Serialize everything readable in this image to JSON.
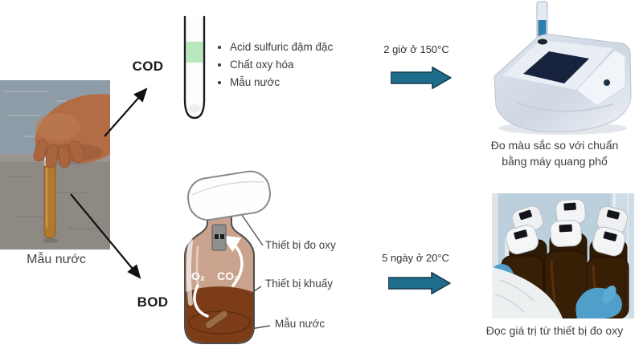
{
  "sample": {
    "caption": "Mẫu nước"
  },
  "cod": {
    "label": "COD",
    "reagents": [
      "Acid sulfuric đậm đặc",
      "Chất oxy hóa",
      "Mẫu nước"
    ],
    "process_label": "2 giờ ở 150°C",
    "result_caption": "Đo màu sắc so với chuẩn\nbằng máy quang phổ"
  },
  "bod": {
    "label": "BOD",
    "gas_o2": "O₂",
    "gas_co2": "CO₂",
    "part_labels": [
      "Thiết bị đo oxy",
      "Thiết bị khuấy",
      "Mẫu nước"
    ],
    "process_label": "5 ngày ở 20°C",
    "result_caption": "Đọc giá trị từ thiết bị đo oxy"
  },
  "colors": {
    "process_arrow_fill": "#1e6d8c",
    "process_arrow_stroke": "#16394e",
    "flow_arrow": "#111111",
    "reagent_band_green": "#b9e7bd",
    "bottle_liquid_top": "#c9a38e",
    "bottle_liquid_bottom": "#7c3c18"
  }
}
